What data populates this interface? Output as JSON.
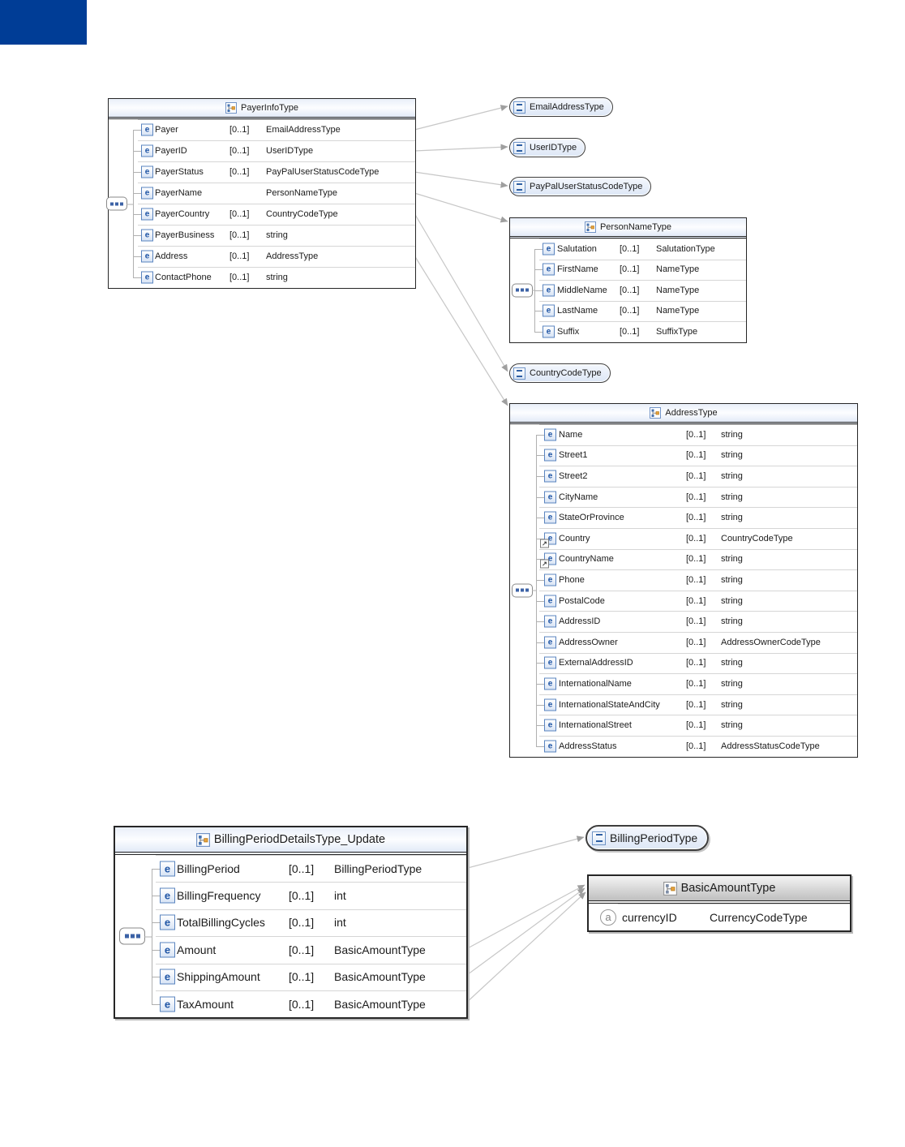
{
  "page": {
    "brand_color": "#003d96"
  },
  "icons": {
    "element": "e",
    "attribute": "a"
  },
  "boxes": {
    "payer_info": {
      "title": "PayerInfoType",
      "rows": [
        {
          "name": "Payer",
          "card": "[0..1]",
          "type": "EmailAddressType"
        },
        {
          "name": "PayerID",
          "card": "[0..1]",
          "type": "UserIDType"
        },
        {
          "name": "PayerStatus",
          "card": "[0..1]",
          "type": "PayPalUserStatusCodeType"
        },
        {
          "name": "PayerName",
          "card": "",
          "type": "PersonNameType"
        },
        {
          "name": "PayerCountry",
          "card": "[0..1]",
          "type": "CountryCodeType"
        },
        {
          "name": "PayerBusiness",
          "card": "[0..1]",
          "type": "string"
        },
        {
          "name": "Address",
          "card": "[0..1]",
          "type": "AddressType"
        },
        {
          "name": "ContactPhone",
          "card": "[0..1]",
          "type": "string"
        }
      ]
    },
    "person_name": {
      "title": "PersonNameType",
      "rows": [
        {
          "name": "Salutation",
          "card": "[0..1]",
          "type": "SalutationType"
        },
        {
          "name": "FirstName",
          "card": "[0..1]",
          "type": "NameType"
        },
        {
          "name": "MiddleName",
          "card": "[0..1]",
          "type": "NameType"
        },
        {
          "name": "LastName",
          "card": "[0..1]",
          "type": "NameType"
        },
        {
          "name": "Suffix",
          "card": "[0..1]",
          "type": "SuffixType"
        }
      ]
    },
    "address": {
      "title": "AddressType",
      "rows": [
        {
          "name": "Name",
          "card": "[0..1]",
          "type": "string"
        },
        {
          "name": "Street1",
          "card": "[0..1]",
          "type": "string"
        },
        {
          "name": "Street2",
          "card": "[0..1]",
          "type": "string"
        },
        {
          "name": "CityName",
          "card": "[0..1]",
          "type": "string"
        },
        {
          "name": "StateOrProvince",
          "card": "[0..1]",
          "type": "string"
        },
        {
          "name": "Country",
          "card": "[0..1]",
          "type": "CountryCodeType",
          "icon": "element-ref"
        },
        {
          "name": "CountryName",
          "card": "[0..1]",
          "type": "string",
          "icon": "element-ref"
        },
        {
          "name": "Phone",
          "card": "[0..1]",
          "type": "string"
        },
        {
          "name": "PostalCode",
          "card": "[0..1]",
          "type": "string"
        },
        {
          "name": "AddressID",
          "card": "[0..1]",
          "type": "string"
        },
        {
          "name": "AddressOwner",
          "card": "[0..1]",
          "type": "AddressOwnerCodeType"
        },
        {
          "name": "ExternalAddressID",
          "card": "[0..1]",
          "type": "string"
        },
        {
          "name": "InternationalName",
          "card": "[0..1]",
          "type": "string"
        },
        {
          "name": "InternationalStateAndCity",
          "card": "[0..1]",
          "type": "string"
        },
        {
          "name": "InternationalStreet",
          "card": "[0..1]",
          "type": "string"
        },
        {
          "name": "AddressStatus",
          "card": "[0..1]",
          "type": "AddressStatusCodeType"
        }
      ]
    },
    "billing_period_details": {
      "title": "BillingPeriodDetailsType_Update",
      "rows": [
        {
          "name": "BillingPeriod",
          "card": "[0..1]",
          "type": "BillingPeriodType"
        },
        {
          "name": "BillingFrequency",
          "card": "[0..1]",
          "type": "int"
        },
        {
          "name": "TotalBillingCycles",
          "card": "[0..1]",
          "type": "int"
        },
        {
          "name": "Amount",
          "card": "[0..1]",
          "type": "BasicAmountType"
        },
        {
          "name": "ShippingAmount",
          "card": "[0..1]",
          "type": "BasicAmountType"
        },
        {
          "name": "TaxAmount",
          "card": "[0..1]",
          "type": "BasicAmountType"
        }
      ]
    },
    "basic_amount": {
      "title": "BasicAmountType",
      "rows": [
        {
          "name": "currencyID",
          "card": "",
          "type": "CurrencyCodeType",
          "icon": "attribute"
        }
      ]
    }
  },
  "capsules": {
    "email_address": {
      "label": "EmailAddressType"
    },
    "user_id": {
      "label": "UserIDType"
    },
    "paypal_user_status": {
      "label": "PayPalUserStatusCodeType"
    },
    "country_code": {
      "label": "CountryCodeType"
    },
    "billing_period": {
      "label": "BillingPeriodType"
    }
  }
}
